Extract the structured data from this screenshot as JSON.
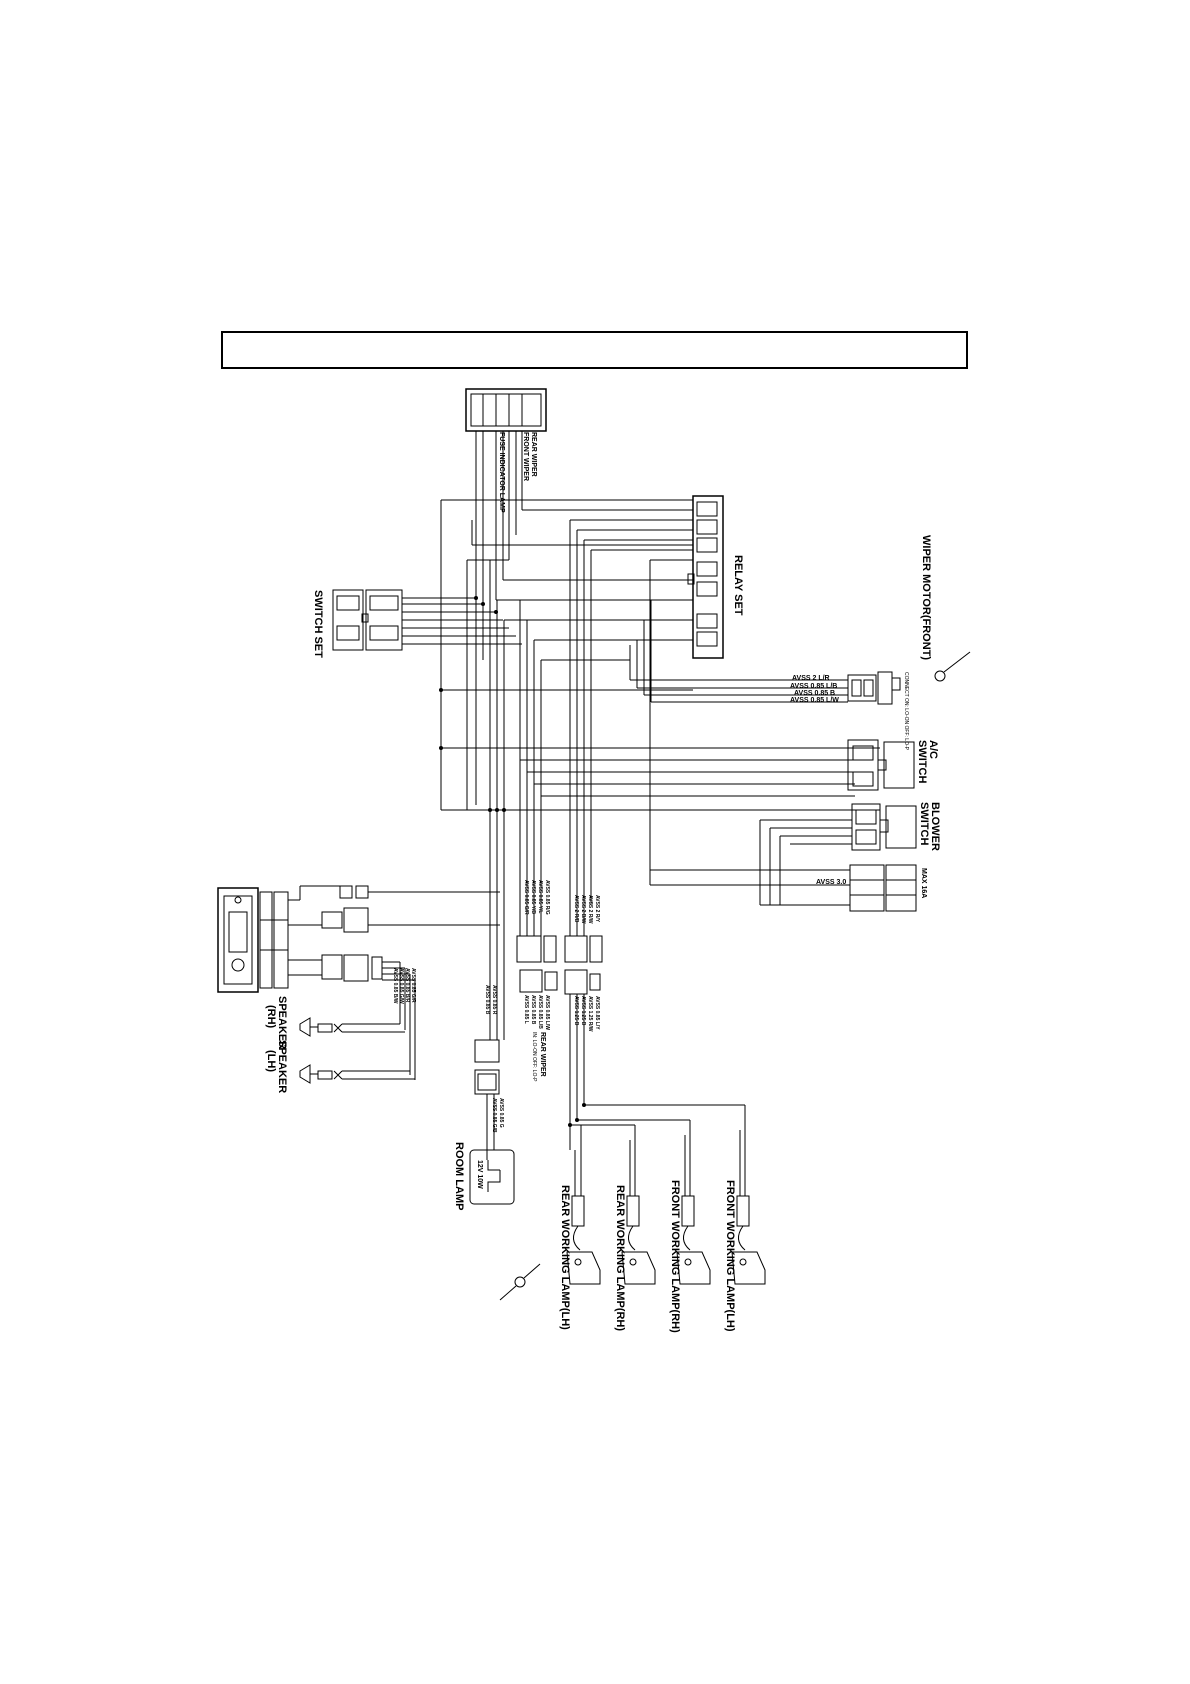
{
  "header": {
    "title": ""
  },
  "labels": {
    "wiper_motor_front": "WIPER MOTOR(FRONT)",
    "relay_set": "RELAY SET",
    "switch_set": "SWITCH SET",
    "rear_wiper": "REAR WIPER",
    "front_wiper": "FRONT WIPER",
    "fuse_indicator_lamp": "FUSE INDICATOR LAMP",
    "ac_switch_1": "A/C",
    "ac_switch_2": "SWITCH",
    "blower_switch_1": "BLOWER",
    "blower_switch_2": "SWITCH",
    "speaker_rh": "SPEAKER",
    "speaker_rh_side": "(RH)",
    "speaker_lh": "SPEAKER",
    "speaker_lh_side": "(LH)",
    "room_lamp": "ROOM LAMP",
    "room_lamp_rating": "12V 10W",
    "front_working_lamp_lh": "FRONT WORKING LAMP(LH)",
    "front_working_lamp_rh": "FRONT WORKING LAMP(RH)",
    "rear_working_lamp_rh": "REAR WORKING LAMP(RH)",
    "rear_working_lamp_lh": "REAR WORKING LAMP(LH)",
    "rear_wiper_switch": "REAR WIPER",
    "rear_wiper_switch_modes": "IN: LO-ON  OFF: LO-P",
    "wiper_motor_modes": "CONNECT ON: LO-ON  OFF: LO-P",
    "blower_rating": "MAX 16A"
  },
  "wire_specs": {
    "wiper": [
      "AVSS 2 L/R",
      "AVSS 0.85 L/B",
      "AVSS 0.85 B",
      "AVSS 0.85 L/W"
    ],
    "blower": "AVSS 3.0",
    "radio": [
      "AVSS 0.85 G/R",
      "AVSS 0.85 B/R",
      "AVSS 0.85 G/W",
      "AVSS 0.85 B/W"
    ],
    "room_lamp_feed": [
      "AVSS 0.85 R",
      "AVSS 0.85 B"
    ],
    "room_lamp_out": [
      "AVSS 0.85 G",
      "AVSS 0.85 G/B"
    ],
    "switch_group_a": [
      "AVSS 0.85 R/G",
      "AVSS 0.85 Y/L",
      "AVSS 0.85 Y/B",
      "AVSS 0.85 G/R"
    ],
    "switch_group_b": [
      "AVSS 2 R/Y",
      "AVSS 2 R/W",
      "AVSS 2 B/W",
      "AVSS 2 R/B"
    ],
    "rear_wiper_sw": [
      "AVSS 0.85 L/W",
      "AVSS 0.85 L/B",
      "AVSS 0.85 B",
      "AVSS 0.85 L"
    ],
    "work_lamp": [
      "AVSS 0.85 L/Y",
      "AVSS 1.25 R/W",
      "AVSS 1.25 B",
      "AVSS 1.25 B"
    ]
  },
  "colors": {
    "line": "#000000",
    "background": "#ffffff"
  }
}
